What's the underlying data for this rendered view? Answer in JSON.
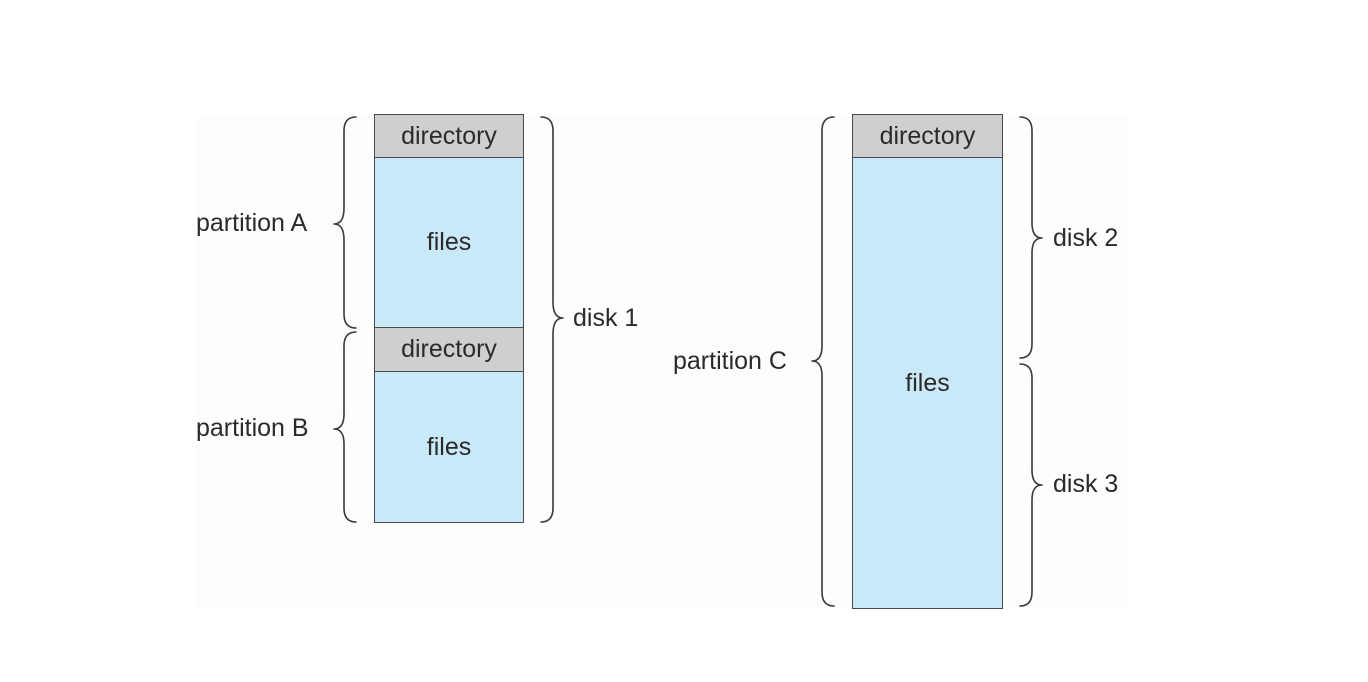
{
  "disk1_stack": {
    "partition_a": {
      "directory_label": "directory",
      "files_label": "files",
      "label": "partition A"
    },
    "partition_b": {
      "directory_label": "directory",
      "files_label": "files",
      "label": "partition B"
    },
    "disk_label": "disk 1"
  },
  "disk23_stack": {
    "partition_c": {
      "directory_label": "directory",
      "files_label": "files",
      "label": "partition C"
    },
    "disk2_label": "disk 2",
    "disk3_label": "disk 3"
  },
  "colors": {
    "directory_fill": "#cfcfd1",
    "files_fill": "#c9e8f8",
    "outline": "#4a4a4a",
    "text": "#2a2a2a"
  }
}
